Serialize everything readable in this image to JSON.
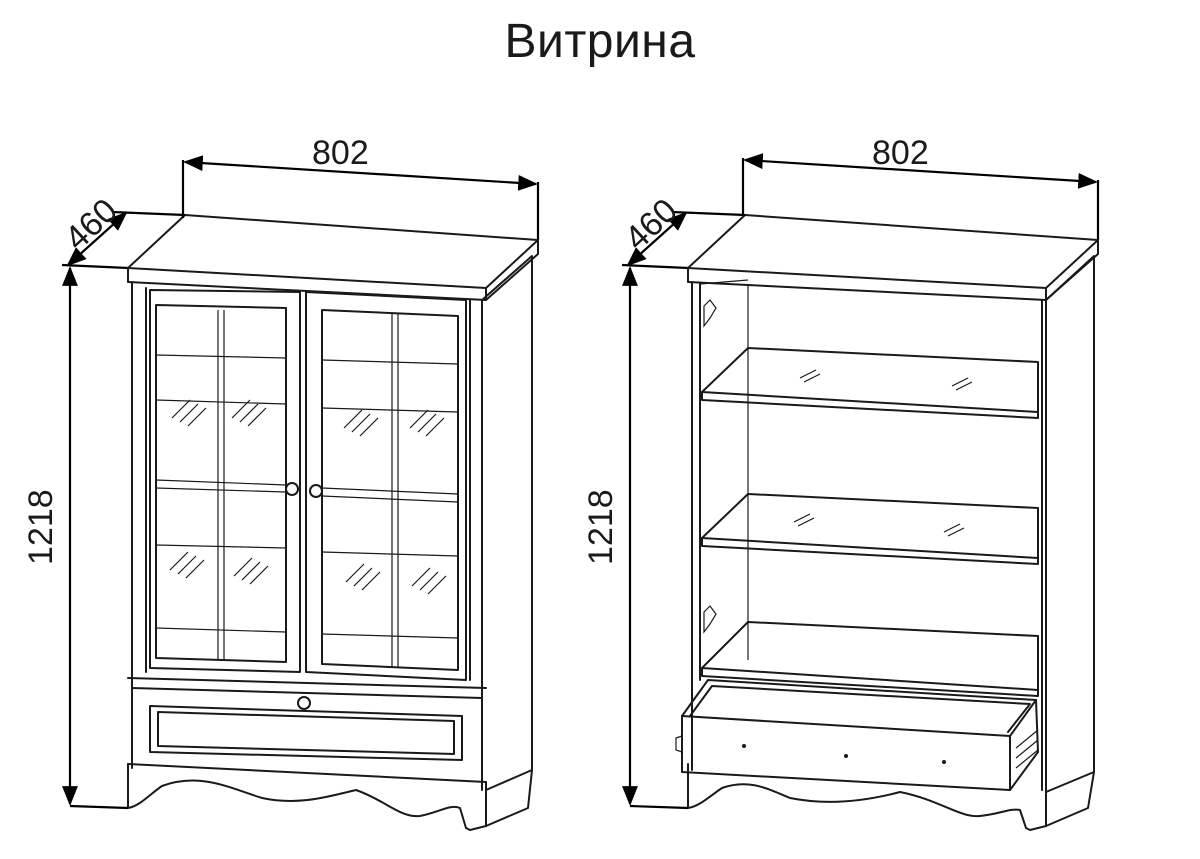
{
  "title": "Витрина",
  "left_view": {
    "width_label": "802",
    "depth_label": "460",
    "height_label": "1218"
  },
  "right_view": {
    "width_label": "802",
    "depth_label": "460",
    "height_label": "1218"
  }
}
